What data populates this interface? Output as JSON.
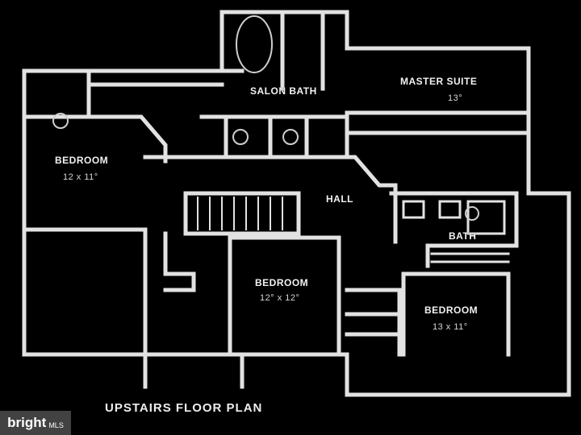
{
  "plan": {
    "title": "UPSTAIRS FLOOR PLAN",
    "rooms": {
      "salon_bath": "SALON BATH",
      "master_suite": "MASTER SUITE",
      "master_suite_dim": "13°",
      "bedroom_left": "BEDROOM",
      "bedroom_left_dim": "12 x 11°",
      "hall": "HALL",
      "bath": "BATH",
      "bedroom_center": "BEDROOM",
      "bedroom_center_dim": "12° x 12°",
      "bedroom_right": "BEDROOM",
      "bedroom_right_dim": "13 x 11°"
    }
  },
  "watermark": {
    "brand": "bright",
    "suffix": "MLS"
  },
  "colors": {
    "background": "#000000",
    "wall": "#e6e6e6",
    "text": "#f2f2f2"
  }
}
